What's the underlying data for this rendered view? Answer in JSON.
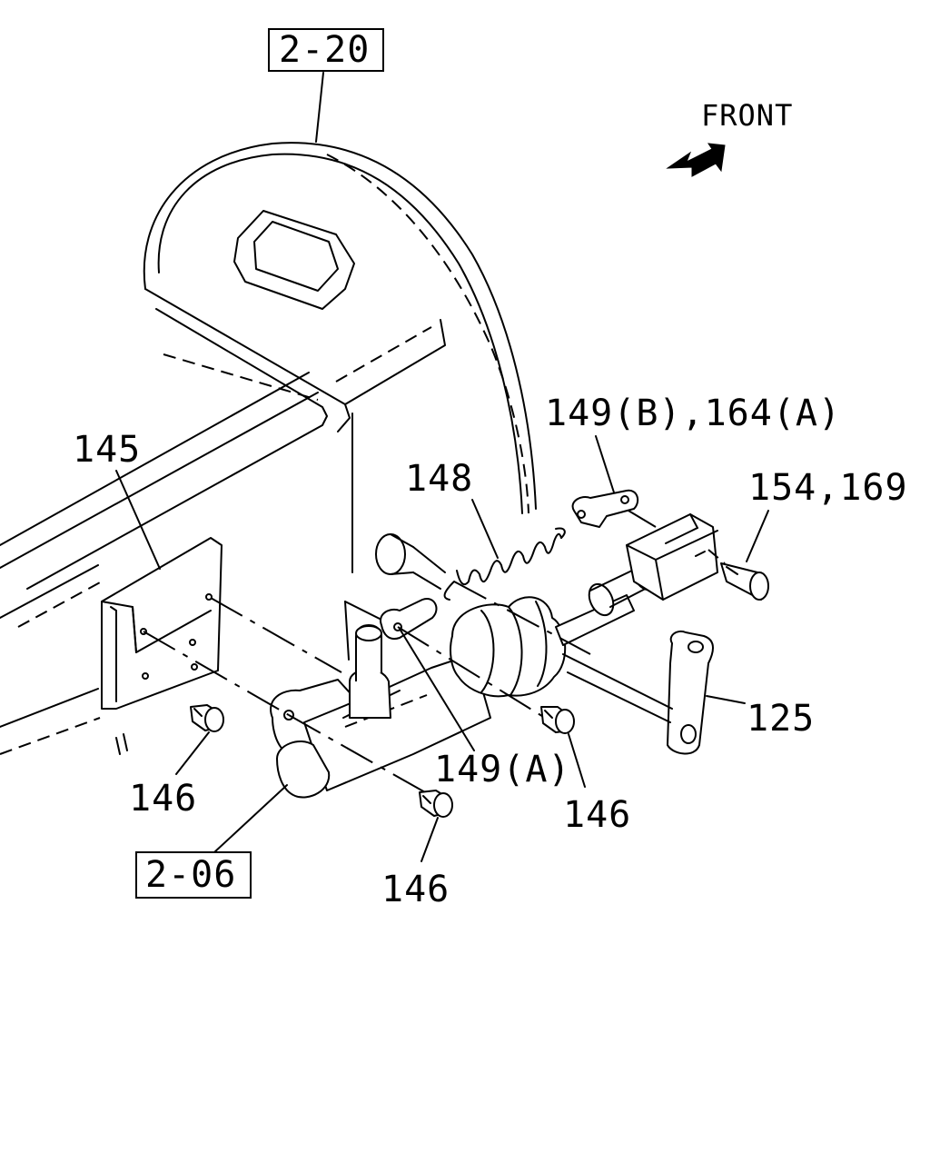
{
  "direction": {
    "label": "FRONT",
    "icon": "front-arrow-icon"
  },
  "references": [
    {
      "id": "ref-2-20",
      "label": "2-20"
    },
    {
      "id": "ref-2-06",
      "label": "2-06"
    }
  ],
  "callouts": {
    "c145": "145",
    "c148": "148",
    "c149b_164a": "149(B),164(A)",
    "c154_169": "154,169",
    "c125": "125",
    "c149a": "149(A)",
    "c146_left": "146",
    "c146_mid": "146",
    "c146_bottom": "146"
  }
}
